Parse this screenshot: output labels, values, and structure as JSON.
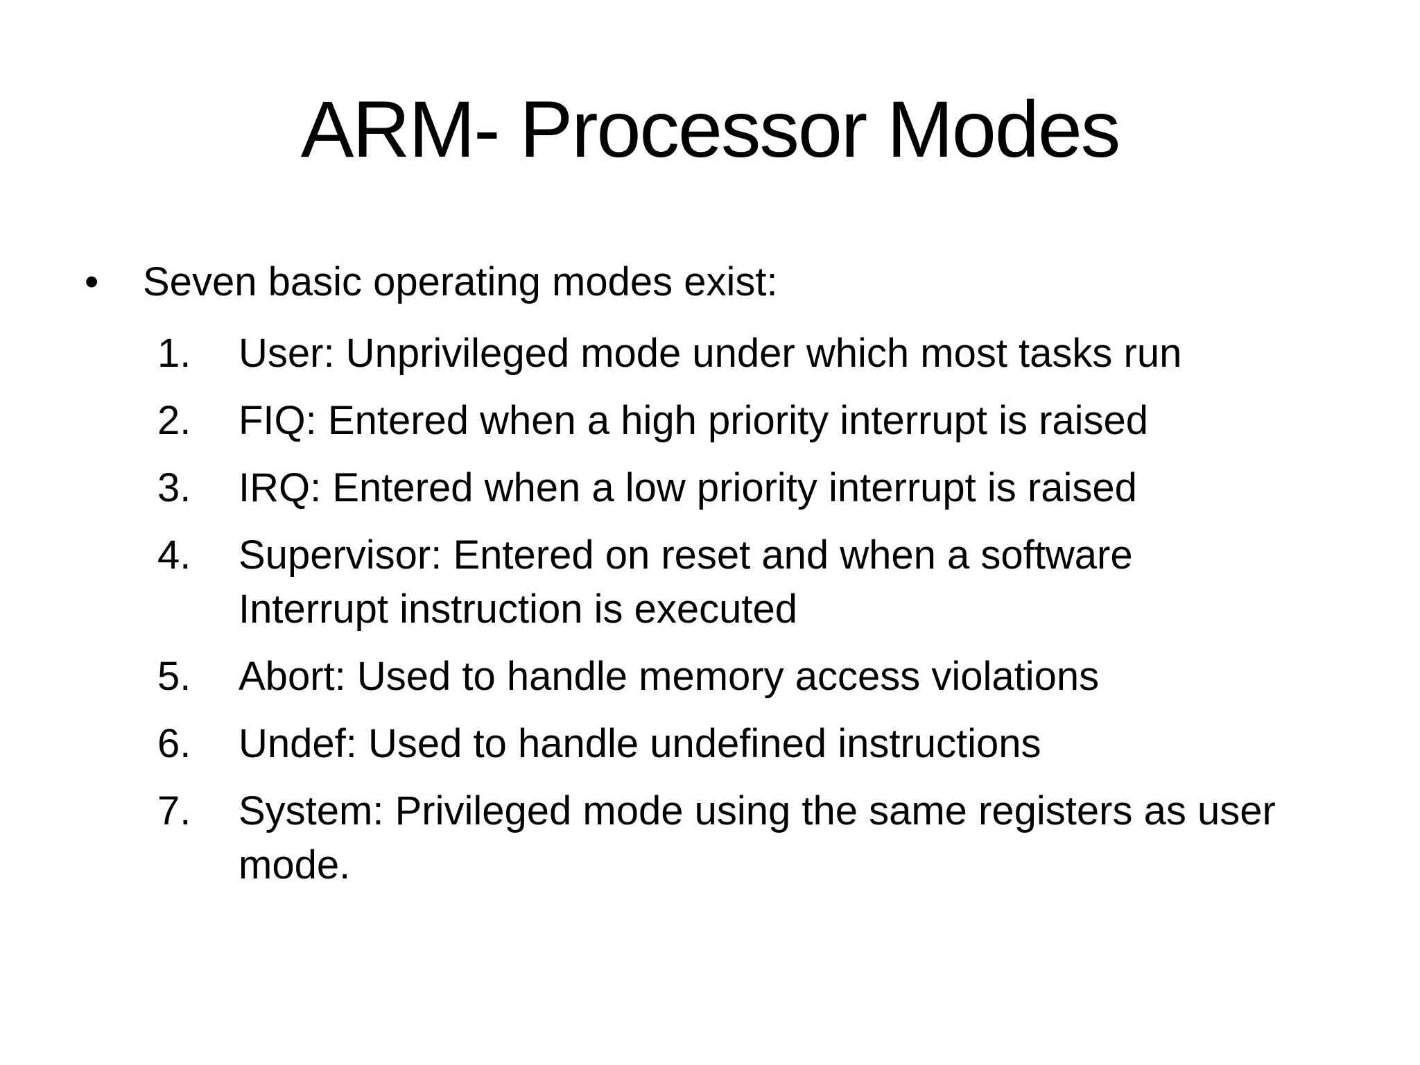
{
  "slide": {
    "title": "ARM- Processor Modes",
    "bullet_glyph": "•",
    "bullet_text": "Seven basic operating modes exist:",
    "items": [
      {
        "number": "1.",
        "lines": [
          "User: Unprivileged mode under which most tasks run"
        ]
      },
      {
        "number": "2.",
        "lines": [
          "FIQ: Entered when a high priority interrupt is raised"
        ]
      },
      {
        "number": "3.",
        "lines": [
          "IRQ: Entered when a low priority interrupt is raised"
        ]
      },
      {
        "number": "4.",
        "lines": [
          "Supervisor: Entered on reset and when a software",
          "Interrupt instruction is executed"
        ]
      },
      {
        "number": "5.",
        "lines": [
          "Abort: Used to handle memory access violations"
        ]
      },
      {
        "number": "6.",
        "lines": [
          "Undef: Used to handle undefined instructions"
        ]
      },
      {
        "number": "7.",
        "lines": [
          "System: Privileged mode using the same registers as user",
          "mode."
        ]
      }
    ],
    "colors": {
      "background": "#ffffff",
      "text": "#000000"
    }
  }
}
